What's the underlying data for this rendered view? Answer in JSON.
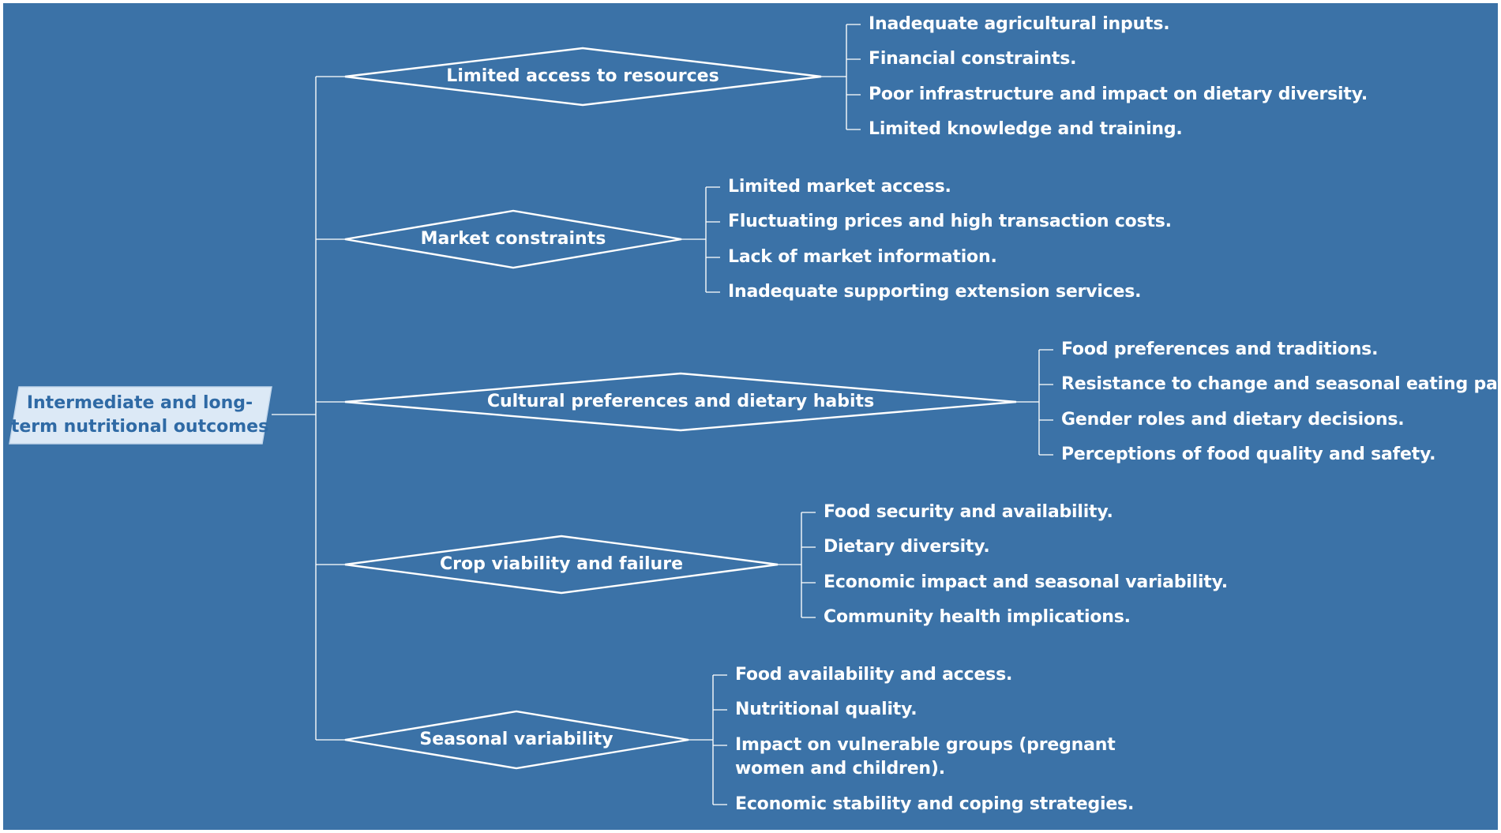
{
  "root": {
    "label": "Intermediate and long-term nutritional outcomes"
  },
  "colors": {
    "background": "#3b72a7",
    "line": "#ffffff",
    "root_fill": "#dce9f6",
    "root_text": "#2f6aa5"
  },
  "branches": [
    {
      "label": "Limited access to resources",
      "items": [
        "Inadequate agricultural inputs.",
        "Financial constraints.",
        "Poor infrastructure and impact on dietary diversity.",
        "Limited knowledge and training."
      ]
    },
    {
      "label": "Market constraints",
      "items": [
        "Limited market access.",
        "Fluctuating prices and high transaction costs.",
        "Lack of market information.",
        "Inadequate supporting extension services."
      ]
    },
    {
      "label": "Cultural preferences and dietary habits",
      "items": [
        "Food preferences and traditions.",
        "Resistance to change and seasonal eating patterns.",
        "Gender roles and dietary decisions.",
        "Perceptions of food quality and safety."
      ]
    },
    {
      "label": "Crop viability and failure",
      "items": [
        "Food security and availability.",
        "Dietary diversity.",
        "Economic impact and seasonal variability.",
        "Community health implications."
      ]
    },
    {
      "label": "Seasonal variability",
      "items": [
        "Food availability and access.",
        "Nutritional quality.",
        "Impact on vulnerable groups (pregnant women and children).",
        "Economic stability and coping strategies."
      ]
    }
  ]
}
